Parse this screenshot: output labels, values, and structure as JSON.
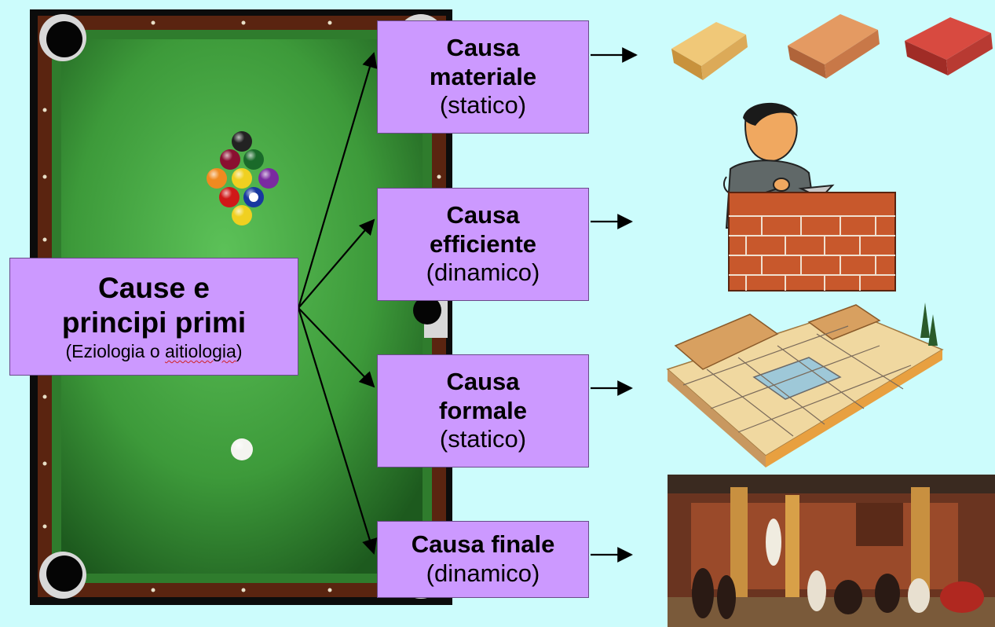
{
  "main_box": {
    "line1": "Cause e",
    "line2": "principi primi",
    "subtitle_a": "(Eziologia o ",
    "subtitle_b": "aitiologia",
    "subtitle_c": ")"
  },
  "causes": [
    {
      "title_l1": "Causa",
      "title_l2": "materiale",
      "kind": "(statico)"
    },
    {
      "title_l1": "Causa",
      "title_l2": "efficiente",
      "kind": "(dinamico)"
    },
    {
      "title_l1": "Causa",
      "title_l2": "formale",
      "kind": "(statico)"
    },
    {
      "title": "Causa finale",
      "kind": "(dinamico)"
    }
  ],
  "pictures": {
    "background": "billiard-table",
    "cause_1": "bricks",
    "cause_2": "boy-building-brick-wall",
    "cause_3": "roman-house-cutaway",
    "cause_4": "roman-atrium-painting"
  },
  "colors": {
    "background": "#ccfcfc",
    "box_fill": "#cc99ff",
    "felt": "#3f8f3c",
    "rail": "#5a2410"
  }
}
